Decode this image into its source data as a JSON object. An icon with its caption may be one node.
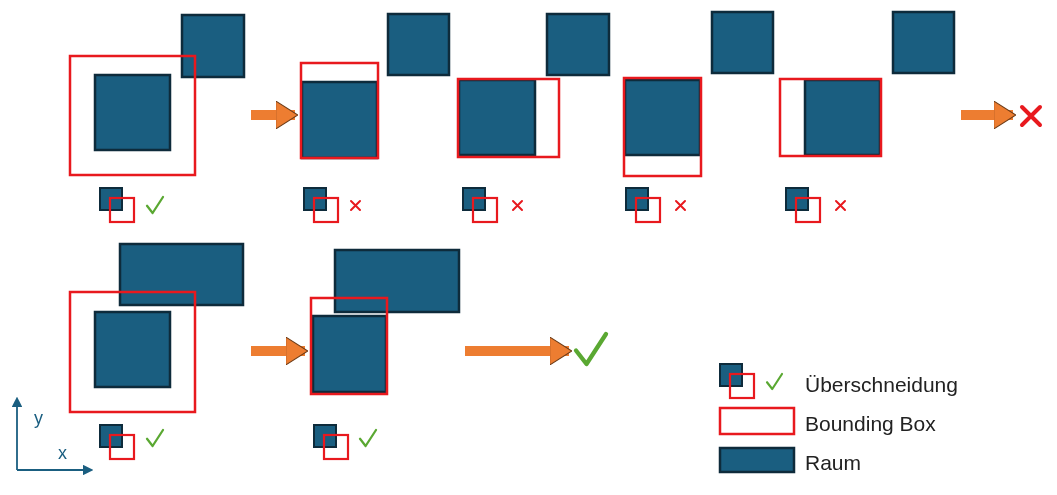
{
  "diagram": {
    "nodes": [
      {
        "text": [],
        "shape": "picture"
      },
      {
        "text": [],
        "shape": "picture"
      },
      {
        "text": [],
        "shape": "picture"
      },
      {
        "text": [],
        "shape": "picture"
      },
      {
        "text": [],
        "shape": "picture"
      },
      {
        "text": [],
        "shape": "picture"
      },
      {
        "text": [],
        "shape": "picture"
      },
      {
        "text": [],
        "shape": "picture"
      },
      {
        "text": [],
        "shape": "picture"
      }
    ],
    "edges": [
      {
        "from": 0,
        "to": 1,
        "arrow": "to"
      },
      {
        "from": 4,
        "to": 5,
        "arrow": "to"
      },
      {
        "from": 6,
        "to": 7,
        "arrow": "to"
      },
      {
        "from": 7,
        "to": 8,
        "arrow": "to"
      }
    ],
    "labels": [
      "y",
      "x"
    ],
    "legend": [
      {
        "text": "Überschneidung"
      },
      {
        "text": "Bounding Box"
      },
      {
        "text": "Raum",
        "color": "#1a5e80"
      }
    ]
  }
}
